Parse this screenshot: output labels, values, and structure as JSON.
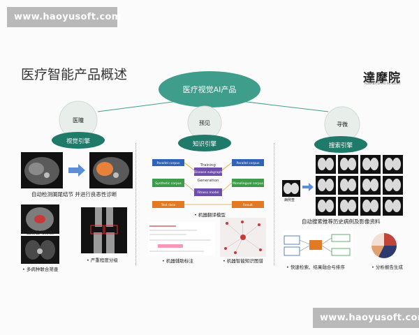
{
  "watermark": {
    "text": "www.haoyusoft.com"
  },
  "page": {
    "title": "医疗智能产品概述"
  },
  "logo": {
    "text": "達摩院",
    "subtitle": "ALIBABA DAMO ACADEMY"
  },
  "center": {
    "label": "医疗视觉AI产品"
  },
  "columns": [
    {
      "circle": "医瞳",
      "pill": "视觉引擎"
    },
    {
      "circle": "预见",
      "pill": "知识引擎"
    },
    {
      "circle": "寻微",
      "pill": "搜索引擎"
    }
  ],
  "left": {
    "main_caption": "自动检测阑尾结节 并进行良恶性诊断",
    "cap_seg": "• 腹盲自动分割",
    "cap_multi": "• 多病种联合筛查",
    "cap_grade": "• 严重程度分级"
  },
  "middle": {
    "diagram": {
      "top": "Training",
      "mid": "Generation",
      "inner": "Disease subgraph",
      "left_boxes": [
        "Parallel corpus",
        "Synthetic corpus",
        "Test data"
      ],
      "right_boxes": [
        "Parallel corpus",
        "Monolingual corpus",
        "Result"
      ],
      "bottom_inner": "Fitness model"
    },
    "cap_model": "• 机器翻译模型",
    "cap_annot": "• 机器辅助标注",
    "cap_graph": "• 机器智能知识图谱"
  },
  "right": {
    "query_label": "病例查",
    "main_caption": "自动搜索推荐历史病例及影像资料",
    "cap_fuse": "• 快速检索、结果融合与排序",
    "cap_report": "• 分析报告生成"
  },
  "colors": {
    "ellipse": "#3f9e8b",
    "pill": "#1f7a6a",
    "box_blue": "#2e63b8",
    "box_green": "#3e9b4a",
    "box_orange": "#e17a22"
  }
}
